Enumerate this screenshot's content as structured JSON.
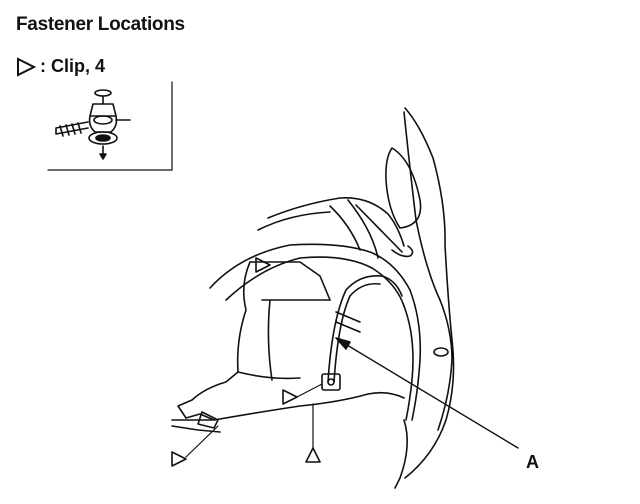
{
  "title": "Fastener Locations",
  "legend": {
    "symbol": "triangle-marker-icon",
    "text": ": Clip, 4"
  },
  "callouts": {
    "part_a": "A"
  },
  "colors": {
    "ink": "#111111",
    "paper": "#ffffff"
  }
}
